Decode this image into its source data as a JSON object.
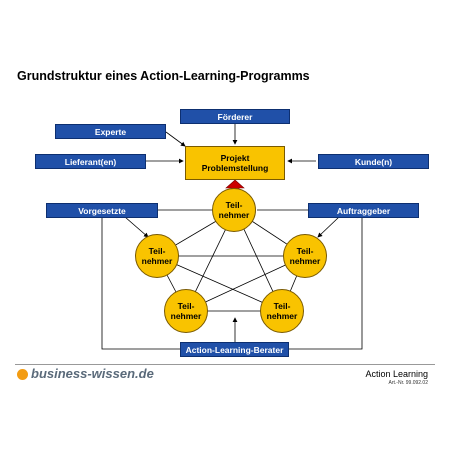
{
  "title": "Grundstruktur eines Action-Learning-Programms",
  "boxes": {
    "foerderer": "Förderer",
    "experte": "Experte",
    "lieferant": "Lieferant(en)",
    "projekt_line1": "Projekt",
    "projekt_line2": "Problemstellung",
    "kunde": "Kunde(n)",
    "vorgesetzte": "Vorgesetzte",
    "auftraggeber": "Auftraggeber",
    "berater": "Action-Learning-Berater"
  },
  "participant": {
    "line1": "Teil-",
    "line2": "nehmer"
  },
  "footer": {
    "logo": "business-wissen.de",
    "product": "Action Learning",
    "article": "Art.-Nr. 99.092.02"
  },
  "colors": {
    "box_blue": "#2050a8",
    "participant_yellow": "#f9c300",
    "arrow_red": "#cc0000",
    "logo_orange": "#f39c12"
  }
}
